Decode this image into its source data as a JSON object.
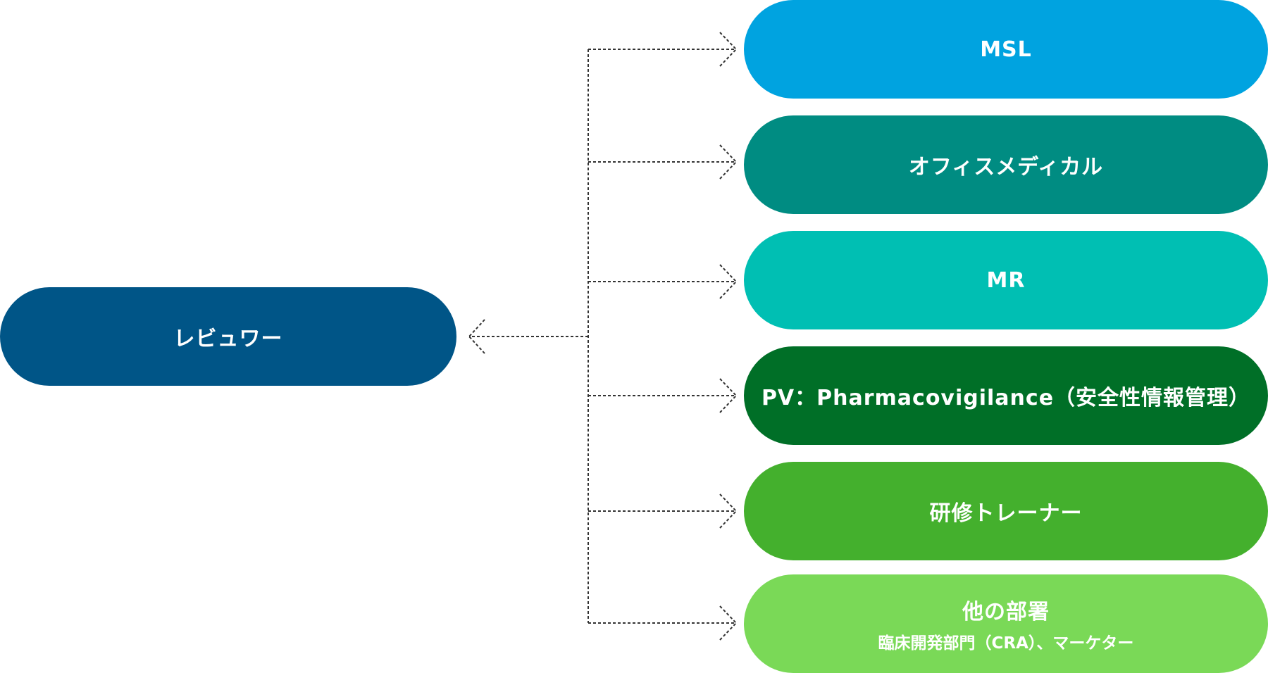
{
  "source": {
    "label": "レビュワー",
    "color": "#005587"
  },
  "targets": [
    {
      "label": "MSL",
      "sublabel": "",
      "color": "#00a3e0"
    },
    {
      "label": "オフィスメディカル",
      "sublabel": "",
      "color": "#008c82"
    },
    {
      "label": "MR",
      "sublabel": "",
      "color": "#00bfb3"
    },
    {
      "label": "PV：Pharmacovigilance（安全性情報管理）",
      "sublabel": "",
      "color": "#006f27"
    },
    {
      "label": "研修トレーナー",
      "sublabel": "",
      "color": "#44b02d"
    },
    {
      "label": "他の部署",
      "sublabel": "臨床開発部門（CRA）、マーケター",
      "color": "#7ad957"
    }
  ],
  "connector_color": "#333333"
}
